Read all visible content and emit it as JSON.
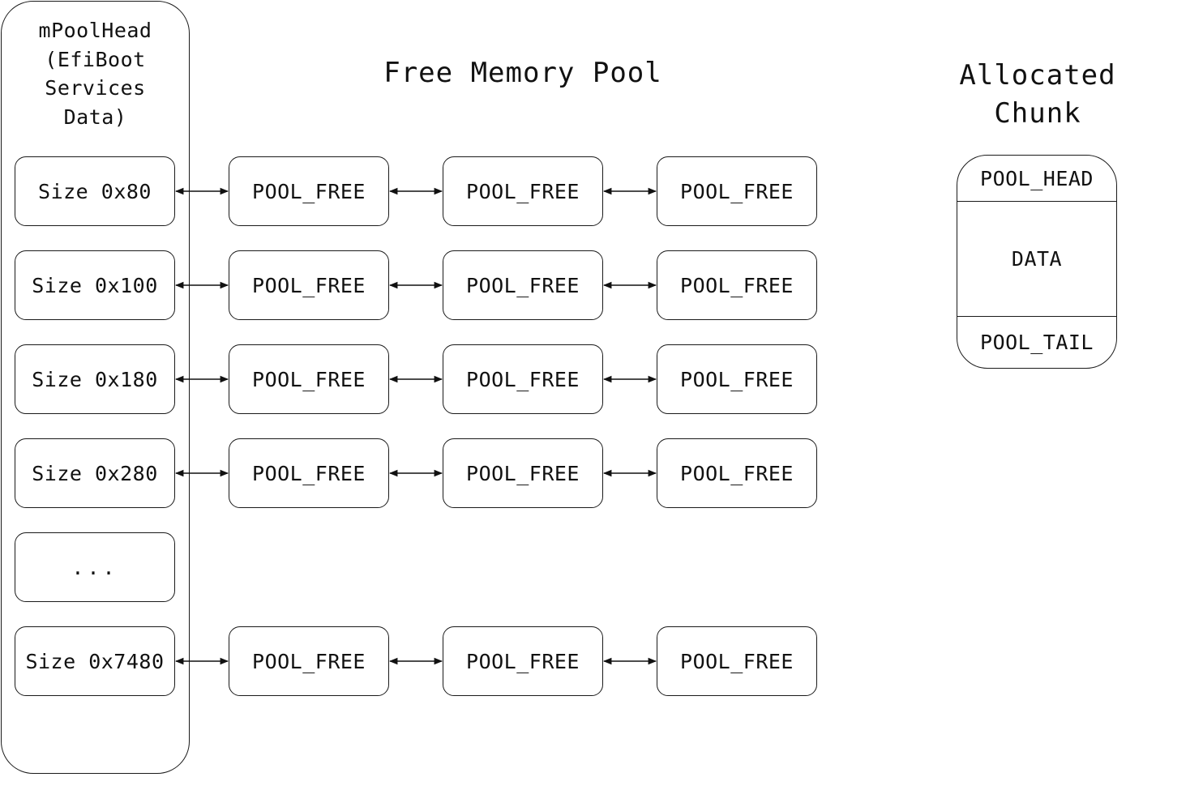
{
  "head_title_lines": [
    "mPoolHead",
    "(EfiBoot",
    "Services",
    "Data)"
  ],
  "free_pool_title": "Free Memory Pool",
  "allocated_title_lines": [
    "Allocated",
    "Chunk"
  ],
  "size_rows": [
    {
      "label": "Size 0x80",
      "chain": [
        "POOL_FREE",
        "POOL_FREE",
        "POOL_FREE"
      ]
    },
    {
      "label": "Size 0x100",
      "chain": [
        "POOL_FREE",
        "POOL_FREE",
        "POOL_FREE"
      ]
    },
    {
      "label": "Size 0x180",
      "chain": [
        "POOL_FREE",
        "POOL_FREE",
        "POOL_FREE"
      ]
    },
    {
      "label": "Size 0x280",
      "chain": [
        "POOL_FREE",
        "POOL_FREE",
        "POOL_FREE"
      ]
    },
    {
      "label": "...",
      "chain": []
    },
    {
      "label": "Size 0x7480",
      "chain": [
        "POOL_FREE",
        "POOL_FREE",
        "POOL_FREE"
      ]
    }
  ],
  "chunk": {
    "head": "POOL_HEAD",
    "data": "DATA",
    "tail": "POOL_TAIL"
  }
}
